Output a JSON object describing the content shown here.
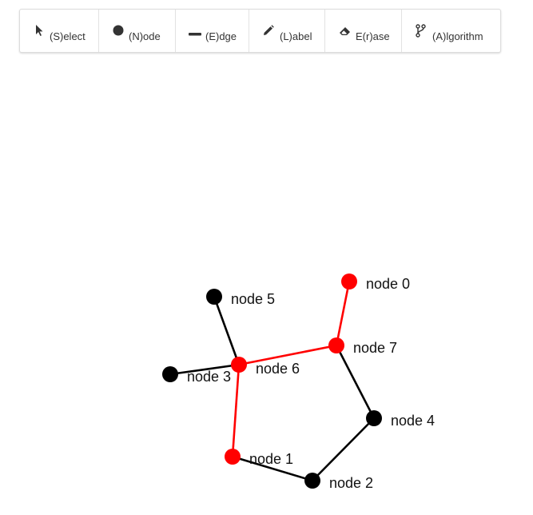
{
  "toolbar": {
    "tools": [
      {
        "label": "(S)elect",
        "icon": "cursor-icon"
      },
      {
        "label": "(N)ode",
        "icon": "circle-icon"
      },
      {
        "label": "(E)dge",
        "icon": "dash-icon"
      },
      {
        "label": "(L)abel",
        "icon": "pencil-icon"
      },
      {
        "label": "E(r)ase",
        "icon": "eraser-icon"
      },
      {
        "label": "(A)lgorithm",
        "icon": "branch-icon"
      }
    ]
  },
  "graph": {
    "highlight_color": "#ff0000",
    "default_color": "#000000",
    "nodes": [
      {
        "id": 0,
        "label": "node 0",
        "highlighted": true
      },
      {
        "id": 1,
        "label": "node 1",
        "highlighted": true
      },
      {
        "id": 2,
        "label": "node 2",
        "highlighted": false
      },
      {
        "id": 3,
        "label": "node 3",
        "highlighted": false
      },
      {
        "id": 4,
        "label": "node 4",
        "highlighted": false
      },
      {
        "id": 5,
        "label": "node 5",
        "highlighted": false
      },
      {
        "id": 6,
        "label": "node 6",
        "highlighted": true
      },
      {
        "id": 7,
        "label": "node 7",
        "highlighted": true
      }
    ],
    "edges": [
      {
        "from": 0,
        "to": 7,
        "highlighted": true
      },
      {
        "from": 7,
        "to": 6,
        "highlighted": true
      },
      {
        "from": 6,
        "to": 1,
        "highlighted": true
      },
      {
        "from": 5,
        "to": 6,
        "highlighted": false
      },
      {
        "from": 3,
        "to": 6,
        "highlighted": false
      },
      {
        "from": 7,
        "to": 4,
        "highlighted": false
      },
      {
        "from": 4,
        "to": 2,
        "highlighted": false
      },
      {
        "from": 2,
        "to": 1,
        "highlighted": false
      }
    ]
  }
}
